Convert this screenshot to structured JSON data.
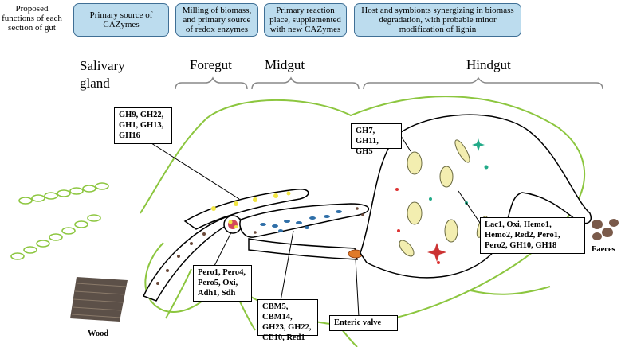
{
  "header": {
    "label": "Proposed functions of each section of gut",
    "functions": [
      {
        "id": "salivary",
        "text": "Primary source of CAZymes"
      },
      {
        "id": "foregut",
        "text": "Milling of biomass, and primary source of redox enzymes"
      },
      {
        "id": "midgut",
        "text": "Primary reaction place, supplemented with new CAZymes"
      },
      {
        "id": "hindgut",
        "text": "Host and symbionts synergizing in biomass degradation, with probable minor modification of lignin"
      }
    ]
  },
  "sections": {
    "salivary": "Salivary gland",
    "foregut": "Foregut",
    "midgut": "Midgut",
    "hindgut": "Hindgut"
  },
  "enzyme_boxes": {
    "salivary": "GH9, GH22, GH1, GH13, GH16",
    "foregut": "Pero1, Pero4, Pero5, Oxi, Adh1, Sdh",
    "midgut": "CBM5, CBM14, GH23, GH22, CE10, Red1",
    "hindgut_protists": "GH7, GH11, GH5",
    "hindgut_host": "Lac1, Oxi, Hemo1, Hemo2, Red2, Pero1, Pero2, GH10, GH18"
  },
  "labels": {
    "enteric_valve": "Enteric valve",
    "wood": "Wood",
    "faeces": "Faeces"
  },
  "colors": {
    "box_fill": "#bcdcee",
    "box_border": "#3f6f95",
    "outline": "#8cc63f",
    "bracket": "#888888",
    "midgut_particles": "#2f6fa8",
    "enteric_valve": "#e07a2a",
    "wood": "#5c5048",
    "faeces": "#7a5a4a"
  },
  "icons": [
    "termite-outline",
    "gut-tube",
    "salivary-gland",
    "enteric-valve",
    "protist-cells",
    "wood-block",
    "faeces-pellets"
  ]
}
